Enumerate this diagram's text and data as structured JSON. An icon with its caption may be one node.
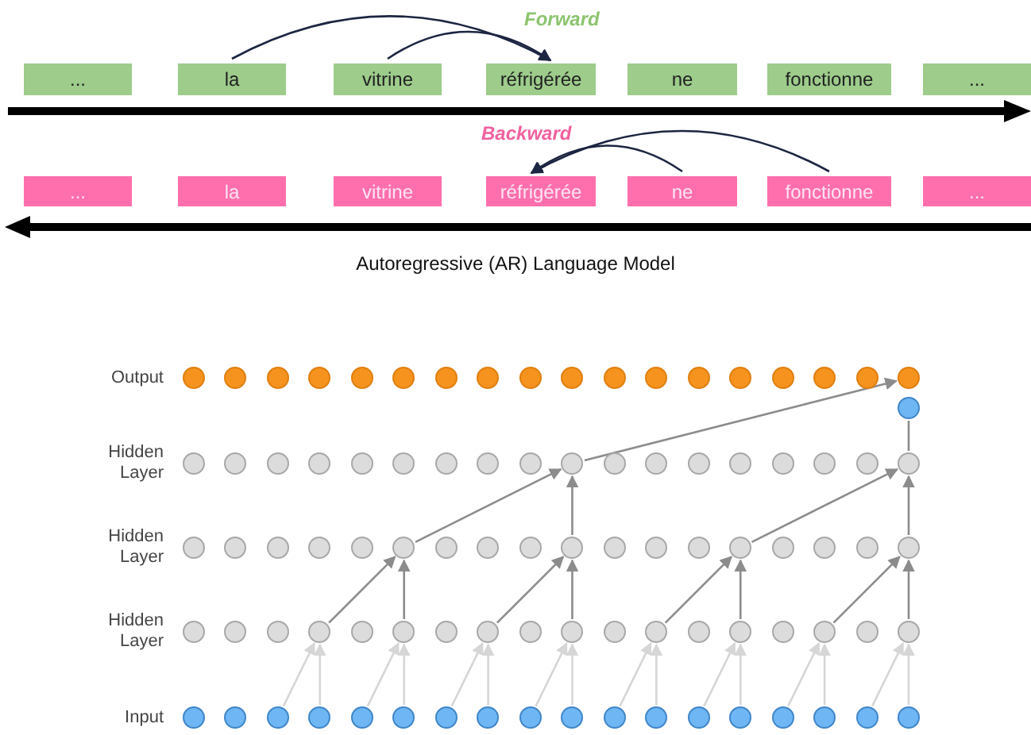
{
  "diagram": {
    "caption": "Autoregressive (AR) Language Model",
    "nodes": [
      {
        "text": [
          "..."
        ]
      },
      {
        "text": [
          "la"
        ]
      },
      {
        "text": [
          "vitrine"
        ]
      },
      {
        "text": [
          "réfrigérée"
        ]
      },
      {
        "text": [
          "ne"
        ]
      },
      {
        "text": [
          "fonctionne"
        ]
      },
      {
        "text": [
          "..."
        ]
      },
      {
        "text": [
          "..."
        ]
      },
      {
        "text": [
          "la"
        ]
      },
      {
        "text": [
          "vitrine"
        ]
      },
      {
        "text": [
          "réfrigérée"
        ]
      },
      {
        "text": [
          "ne"
        ]
      },
      {
        "text": [
          "fonctionne"
        ]
      },
      {
        "text": [
          "..."
        ]
      },
      {
        "text": [],
        "shape": "circle"
      },
      {
        "text": [],
        "shape": "circle"
      },
      {
        "text": [],
        "shape": "circle"
      },
      {
        "text": [],
        "shape": "circle"
      },
      {
        "text": [],
        "shape": "circle"
      },
      {
        "text": [],
        "shape": "circle"
      },
      {
        "text": [],
        "shape": "circle"
      },
      {
        "text": [],
        "shape": "circle"
      },
      {
        "text": [],
        "shape": "circle"
      },
      {
        "text": [],
        "shape": "circle"
      },
      {
        "text": [],
        "shape": "circle"
      },
      {
        "text": [],
        "shape": "circle"
      },
      {
        "text": [],
        "shape": "circle"
      },
      {
        "text": [],
        "shape": "circle"
      },
      {
        "text": [],
        "shape": "circle"
      },
      {
        "text": [],
        "shape": "circle"
      },
      {
        "text": [],
        "shape": "circle"
      },
      {
        "text": [],
        "shape": "circle"
      },
      {
        "text": [],
        "shape": "circle"
      },
      {
        "text": [],
        "shape": "circle"
      },
      {
        "text": [],
        "shape": "circle"
      },
      {
        "text": [],
        "shape": "circle"
      },
      {
        "text": [],
        "shape": "circle"
      },
      {
        "text": [],
        "shape": "circle"
      },
      {
        "text": [],
        "shape": "circle"
      },
      {
        "text": [],
        "shape": "circle"
      },
      {
        "text": [],
        "shape": "circle"
      },
      {
        "text": [],
        "shape": "circle"
      },
      {
        "text": [],
        "shape": "circle"
      },
      {
        "text": [],
        "shape": "circle"
      },
      {
        "text": [],
        "shape": "circle"
      },
      {
        "text": [],
        "shape": "circle"
      },
      {
        "text": [],
        "shape": "circle"
      },
      {
        "text": [],
        "shape": "circle"
      },
      {
        "text": [],
        "shape": "circle"
      },
      {
        "text": [],
        "shape": "circle"
      },
      {
        "text": [],
        "shape": "circle"
      },
      {
        "text": [],
        "shape": "circle"
      },
      {
        "text": [],
        "shape": "circle"
      },
      {
        "text": [],
        "shape": "circle"
      },
      {
        "text": [],
        "shape": "circle"
      },
      {
        "text": [],
        "shape": "circle"
      },
      {
        "text": [],
        "shape": "circle"
      },
      {
        "text": [],
        "shape": "circle"
      },
      {
        "text": [],
        "shape": "circle"
      },
      {
        "text": [],
        "shape": "circle"
      },
      {
        "text": [],
        "shape": "circle"
      },
      {
        "text": [],
        "shape": "circle"
      },
      {
        "text": [],
        "shape": "circle"
      },
      {
        "text": [],
        "shape": "circle"
      },
      {
        "text": [],
        "shape": "circle"
      },
      {
        "text": [],
        "shape": "circle"
      },
      {
        "text": [],
        "shape": "circle"
      },
      {
        "text": [],
        "shape": "circle"
      },
      {
        "text": [],
        "shape": "circle"
      },
      {
        "text": [],
        "shape": "circle"
      },
      {
        "text": [],
        "shape": "circle"
      },
      {
        "text": [],
        "shape": "circle"
      },
      {
        "text": [],
        "shape": "circle"
      },
      {
        "text": [],
        "shape": "circle"
      },
      {
        "text": [],
        "shape": "circle"
      },
      {
        "text": [],
        "shape": "circle"
      },
      {
        "text": [],
        "shape": "circle"
      },
      {
        "text": [],
        "shape": "circle"
      },
      {
        "text": [],
        "shape": "circle"
      },
      {
        "text": [],
        "shape": "circle"
      },
      {
        "text": [],
        "shape": "circle"
      },
      {
        "text": [],
        "shape": "circle"
      },
      {
        "text": [],
        "shape": "circle"
      },
      {
        "text": [],
        "shape": "circle"
      },
      {
        "text": [],
        "shape": "circle"
      },
      {
        "text": [],
        "shape": "circle"
      },
      {
        "text": [],
        "shape": "circle"
      },
      {
        "text": [],
        "shape": "circle"
      },
      {
        "text": [],
        "shape": "circle"
      },
      {
        "text": [],
        "shape": "circle"
      },
      {
        "text": [],
        "shape": "circle"
      },
      {
        "text": [],
        "shape": "circle"
      },
      {
        "text": [],
        "shape": "circle"
      },
      {
        "text": [],
        "shape": "circle"
      },
      {
        "text": [],
        "shape": "circle"
      },
      {
        "text": [],
        "shape": "circle"
      },
      {
        "text": [],
        "shape": "circle"
      },
      {
        "text": [],
        "shape": "circle"
      },
      {
        "text": [],
        "shape": "circle"
      },
      {
        "text": [],
        "shape": "circle"
      },
      {
        "text": [],
        "shape": "circle"
      },
      {
        "text": [],
        "shape": "circle"
      },
      {
        "text": [],
        "shape": "circle"
      },
      {
        "text": [],
        "shape": "circle"
      },
      {
        "text": [],
        "shape": "circle"
      }
    ],
    "edges": [
      {
        "from": 1,
        "to": 3,
        "arrow": "to",
        "color": "#1c2541"
      },
      {
        "from": 2,
        "to": 3,
        "arrow": "to",
        "color": "#1c2541"
      },
      {
        "from": 11,
        "to": 10,
        "arrow": "to",
        "color": "#1c2541"
      },
      {
        "from": 12,
        "to": 10,
        "arrow": "to",
        "color": "#1c2541"
      },
      {
        "from": 50,
        "to": 32,
        "arrow": "none"
      },
      {
        "from": 42,
        "to": 31,
        "arrow": "to"
      },
      {
        "from": 56,
        "to": 42,
        "arrow": "to"
      },
      {
        "from": 60,
        "to": 42,
        "arrow": "to"
      },
      {
        "from": 64,
        "to": 50,
        "arrow": "to"
      },
      {
        "from": 68,
        "to": 50,
        "arrow": "to"
      },
      {
        "from": 72,
        "to": 56,
        "arrow": "to"
      },
      {
        "from": 74,
        "to": 56,
        "arrow": "to"
      },
      {
        "from": 76,
        "to": 60,
        "arrow": "to"
      },
      {
        "from": 78,
        "to": 60,
        "arrow": "to"
      },
      {
        "from": 80,
        "to": 64,
        "arrow": "to"
      },
      {
        "from": 82,
        "to": 64,
        "arrow": "to"
      },
      {
        "from": 84,
        "to": 68,
        "arrow": "to"
      },
      {
        "from": 86,
        "to": 68,
        "arrow": "to"
      },
      {
        "from": 89,
        "to": 72,
        "arrow": "to",
        "color": "#d6d6d6"
      },
      {
        "from": 90,
        "to": 72,
        "arrow": "to",
        "color": "#d6d6d6"
      },
      {
        "from": 91,
        "to": 74,
        "arrow": "to",
        "color": "#d6d6d6"
      },
      {
        "from": 92,
        "to": 74,
        "arrow": "to",
        "color": "#d6d6d6"
      },
      {
        "from": 93,
        "to": 76,
        "arrow": "to",
        "color": "#d6d6d6"
      },
      {
        "from": 94,
        "to": 76,
        "arrow": "to",
        "color": "#d6d6d6"
      },
      {
        "from": 95,
        "to": 78,
        "arrow": "to",
        "color": "#d6d6d6"
      },
      {
        "from": 96,
        "to": 78,
        "arrow": "to",
        "color": "#d6d6d6"
      },
      {
        "from": 97,
        "to": 80,
        "arrow": "to",
        "color": "#d6d6d6"
      },
      {
        "from": 98,
        "to": 80,
        "arrow": "to",
        "color": "#d6d6d6"
      },
      {
        "from": 99,
        "to": 82,
        "arrow": "to",
        "color": "#d6d6d6"
      },
      {
        "from": 100,
        "to": 82,
        "arrow": "to",
        "color": "#d6d6d6"
      },
      {
        "from": 101,
        "to": 84,
        "arrow": "to",
        "color": "#d6d6d6"
      },
      {
        "from": 102,
        "to": 84,
        "arrow": "to",
        "color": "#d6d6d6"
      },
      {
        "from": 103,
        "to": 86,
        "arrow": "to",
        "color": "#d6d6d6"
      },
      {
        "from": 104,
        "to": 86,
        "arrow": "to",
        "color": "#d6d6d6"
      }
    ],
    "labels": [
      "Forward",
      "Backward",
      "Output",
      "Hidden Layer",
      "Hidden Layer",
      "Hidden Layer",
      "Input"
    ]
  }
}
